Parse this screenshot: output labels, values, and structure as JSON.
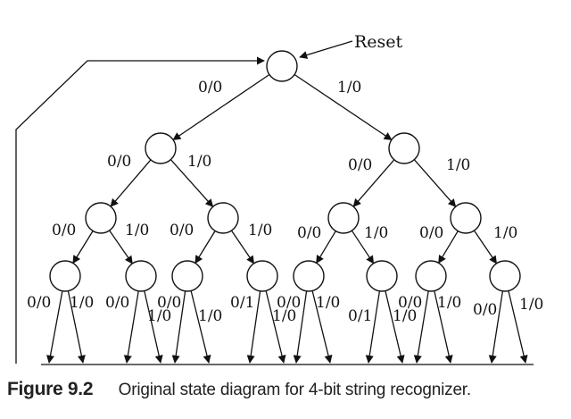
{
  "diagram": {
    "reset_label": "Reset",
    "edge_labels": [
      "0/0",
      "1/0",
      "0/0",
      "1/0",
      "0/0",
      "1/0",
      "0/0",
      "1/0",
      "0/0",
      "1/0",
      "0/0",
      "1/0",
      "0/0",
      "1/0",
      "0/0",
      "1/0",
      "0/0",
      "1/0",
      "0/0",
      "1/0",
      "0/1",
      "1/0",
      "0/0",
      "1/0",
      "0/1",
      "1/0",
      "0/0",
      "1/0",
      "0/0",
      "1/0"
    ]
  },
  "caption": {
    "label": "Figure 9.2",
    "text": "Original state diagram for 4-bit string recognizer."
  }
}
